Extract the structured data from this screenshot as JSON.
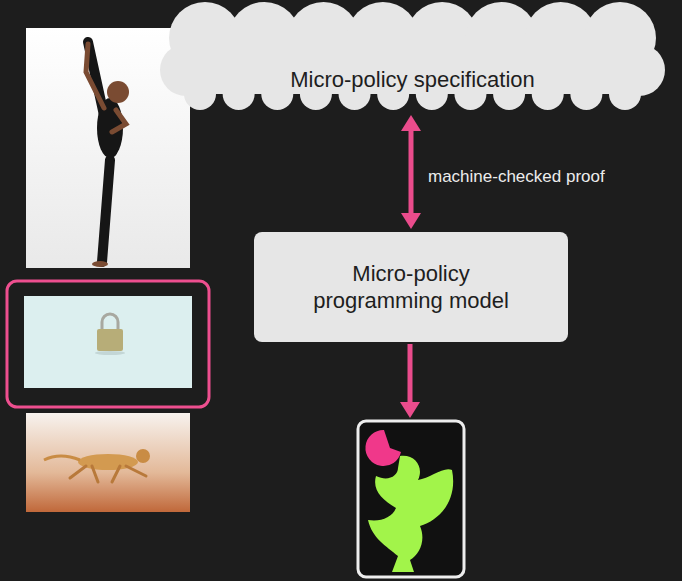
{
  "diagram": {
    "nodes": [
      {
        "text": [
          "Micro-policy specification"
        ]
      },
      {
        "text": [
          "Micro-policy programming model"
        ]
      }
    ],
    "edges": [
      {
        "from": 0,
        "to": 1,
        "arrow": "both",
        "label": "machine-checked proof"
      }
    ]
  }
}
